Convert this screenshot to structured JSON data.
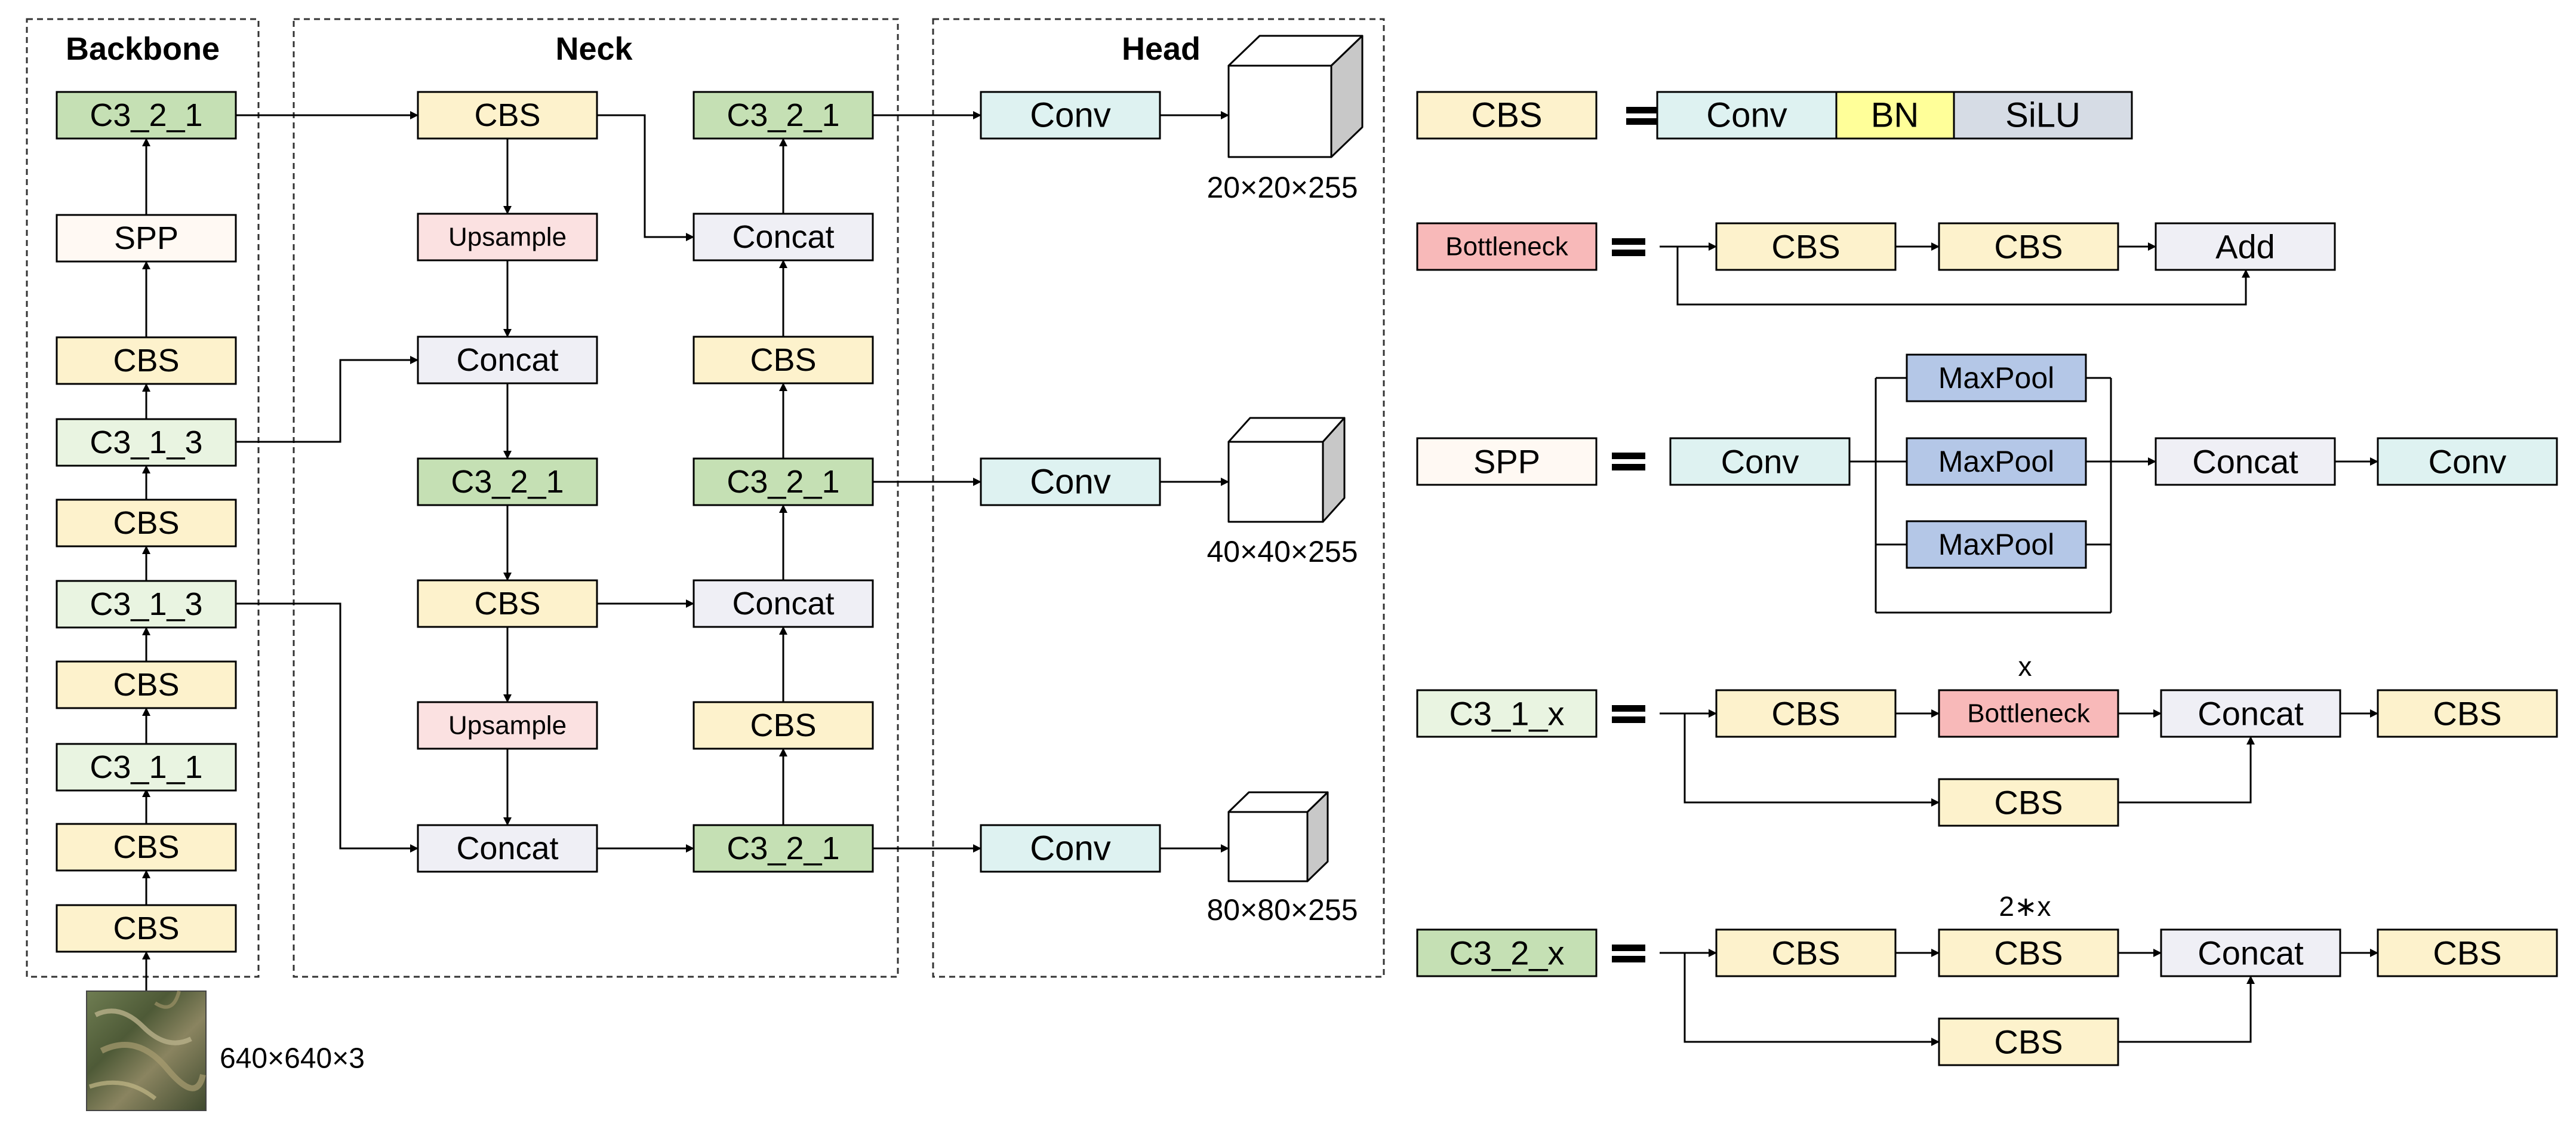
{
  "sections": {
    "backbone": "Backbone",
    "neck": "Neck",
    "head": "Head"
  },
  "input_label": "640×640×3",
  "outputs": [
    "20×20×255",
    "40×40×255",
    "80×80×255"
  ],
  "labels": {
    "cbs": "CBS",
    "spp": "SPP",
    "c3_1_1": "C3_1_1",
    "c3_1_3": "C3_1_3",
    "c3_2_1": "C3_2_1",
    "upsample": "Upsample",
    "concat": "Concat",
    "conv": "Conv",
    "bn": "BN",
    "silu": "SiLU",
    "bottleneck": "Bottleneck",
    "add": "Add",
    "maxpool": "MaxPool",
    "c3_1_x": "C3_1_x",
    "c3_2_x": "C3_2_x",
    "equals": "="
  },
  "legend_notes": {
    "c3_1_x_repeat": "x",
    "c3_2_x_repeat": "2∗x"
  },
  "colors": {
    "cbs": "#fdf2cc",
    "spp": "#fff9f3",
    "c3_1": "#e9f4e1",
    "c3_2": "#c5e0b4",
    "upsample": "#fbe1e1",
    "concat": "#efeff5",
    "conv": "#def2f1",
    "bn": "#ffff99",
    "silu": "#d6dce5",
    "bottleneck": "#f8b9b9",
    "maxpool": "#b4c7e7",
    "add": "#efeff5",
    "image": "#5d6b45"
  }
}
